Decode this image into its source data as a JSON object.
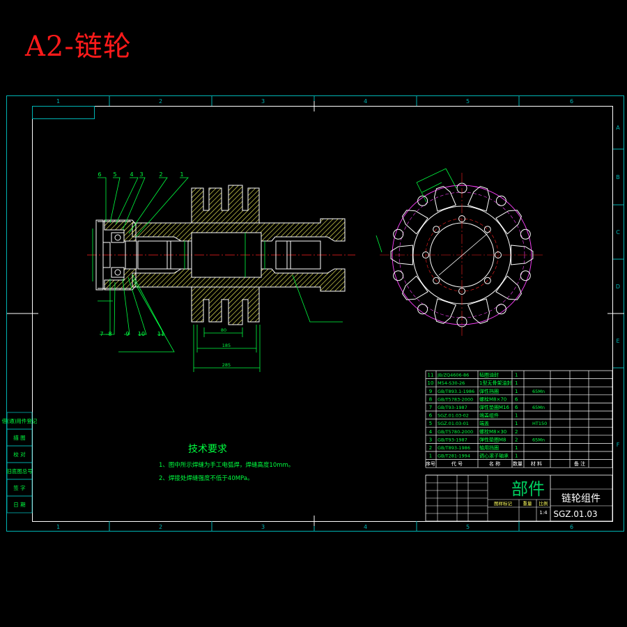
{
  "title": "A2-链轮",
  "colors": {
    "background": "#000000",
    "frame": "#00b4b4",
    "outline": "#ffffff",
    "hatch": "#ffff60",
    "green": "#00ff40",
    "magenta": "#ff40ff",
    "red": "#ff2020",
    "title_red": "#ff1a1a"
  },
  "zones": {
    "columns": [
      "1",
      "2",
      "3",
      "4",
      "5",
      "6"
    ],
    "rows": [
      "A",
      "B",
      "C",
      "D",
      "E",
      "F"
    ]
  },
  "sectional_view": {
    "callouts_top": [
      "6",
      "5",
      "4",
      "3",
      "2",
      "1"
    ],
    "callouts_bottom": [
      "7",
      "8",
      "9",
      "10",
      "11"
    ],
    "dimensions": [
      "80",
      "185",
      "285"
    ]
  },
  "tech_requirements": {
    "heading": "技术要求",
    "lines": [
      "1、图中所示焊缝为手工电弧焊，焊缝高度10mm。",
      "2、焊接处焊缝强度不低于40MPa。"
    ]
  },
  "parts_list": {
    "rows": [
      {
        "no": "11",
        "code": "JB/ZQ4606-86",
        "name": "毡圈油封",
        "qty": "1",
        "material": "",
        "note": ""
      },
      {
        "no": "10",
        "code": "M54-S30-26",
        "name": "1型无骨架油封",
        "qty": "1",
        "material": "",
        "note": ""
      },
      {
        "no": "9",
        "code": "GB/T893.1-1986",
        "name": "弹性挡圈",
        "qty": "1",
        "material": "65Mn",
        "note": ""
      },
      {
        "no": "8",
        "code": "GB/T5783-2000",
        "name": "螺栓M8×70",
        "qty": "6",
        "material": "",
        "note": ""
      },
      {
        "no": "7",
        "code": "GB/T93-1987",
        "name": "弹性垫圈M16",
        "qty": "6",
        "material": "65Mn",
        "note": ""
      },
      {
        "no": "6",
        "code": "SGZ.01.03-02",
        "name": "端盖组件",
        "qty": "1",
        "material": "",
        "note": ""
      },
      {
        "no": "5",
        "code": "SGZ.01.03-01",
        "name": "端盖",
        "qty": "1",
        "material": "HT150",
        "note": ""
      },
      {
        "no": "4",
        "code": "GB/T5780-2000",
        "name": "螺栓M8×30",
        "qty": "2",
        "material": "",
        "note": ""
      },
      {
        "no": "3",
        "code": "GB/T93-1987",
        "name": "弹性垫圈M8",
        "qty": "2",
        "material": "65Mn",
        "note": ""
      },
      {
        "no": "2",
        "code": "GB/T893-1986",
        "name": "轴用挡圈",
        "qty": "1",
        "material": "",
        "note": ""
      },
      {
        "no": "1",
        "code": "GB/T281-1994",
        "name": "调心滚子轴承",
        "qty": "1",
        "material": "",
        "note": ""
      }
    ],
    "header": {
      "no": "序号",
      "code": "代  号",
      "name": "名  称",
      "qty": "数量",
      "material": "材  料",
      "note": "备  注"
    }
  },
  "title_block": {
    "category": "部件",
    "name": "链轮组件",
    "drawing_no": "SGZ.01.03",
    "scale": "1:4",
    "stage_label": "图样标记",
    "weight_label": "重量",
    "scale_label": "比例"
  },
  "side_table": [
    "借(通)用件登记",
    "描  图",
    "校  对",
    "旧底图总号",
    "签  字",
    "日  期"
  ]
}
